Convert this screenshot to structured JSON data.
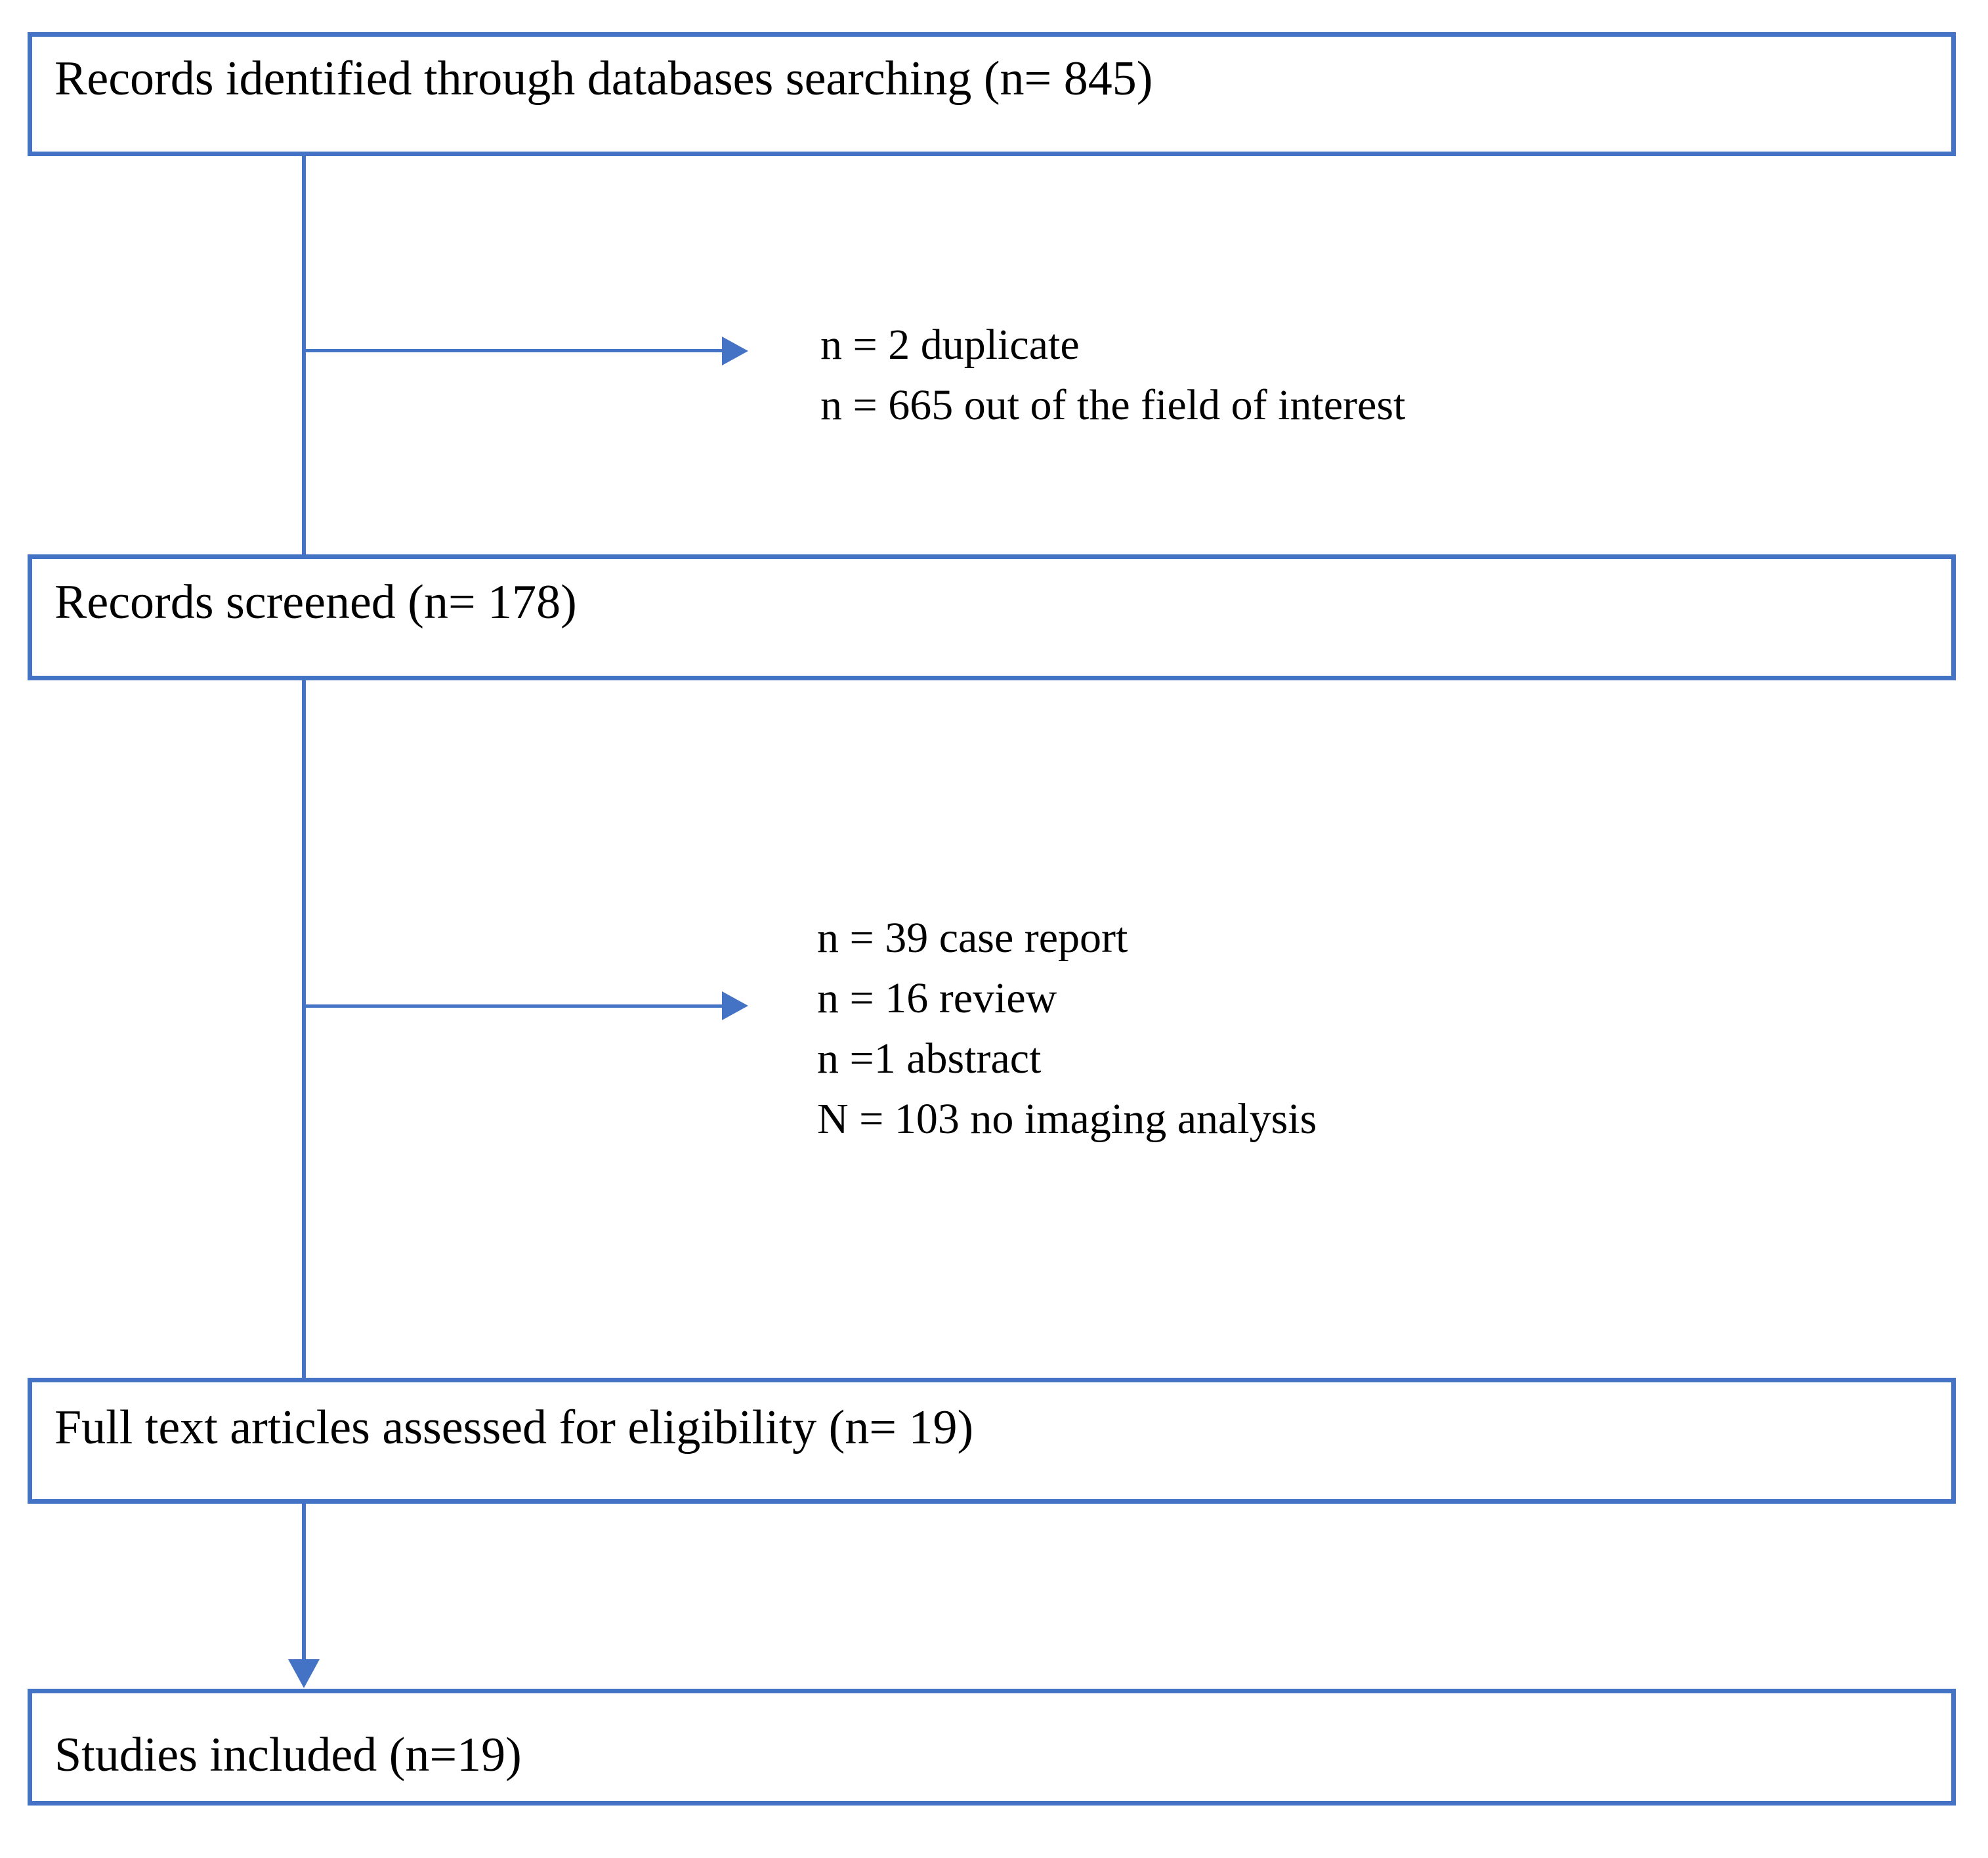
{
  "diagram": {
    "type": "prisma-flowchart",
    "boxes": [
      {
        "id": "records-identified",
        "label": "Records identified through databases searching (n= 845)"
      },
      {
        "id": "records-screened",
        "label": "Records screened (n= 178)"
      },
      {
        "id": "fulltext-assessed",
        "label": "Full text articles assessed for eligibility (n= 19)"
      },
      {
        "id": "studies-included",
        "label": "Studies included (n=19)"
      }
    ],
    "exclusion_notes": [
      {
        "lines": [
          "n = 2 duplicate",
          "n = 665 out of the field of interest"
        ]
      },
      {
        "lines": [
          "n = 39 case report",
          "n = 16 review",
          "n =1 abstract",
          "N = 103 no imaging analysis"
        ]
      }
    ]
  },
  "colors": {
    "accent": "#4472C4",
    "text": "#000000",
    "background": "#FFFFFF"
  }
}
